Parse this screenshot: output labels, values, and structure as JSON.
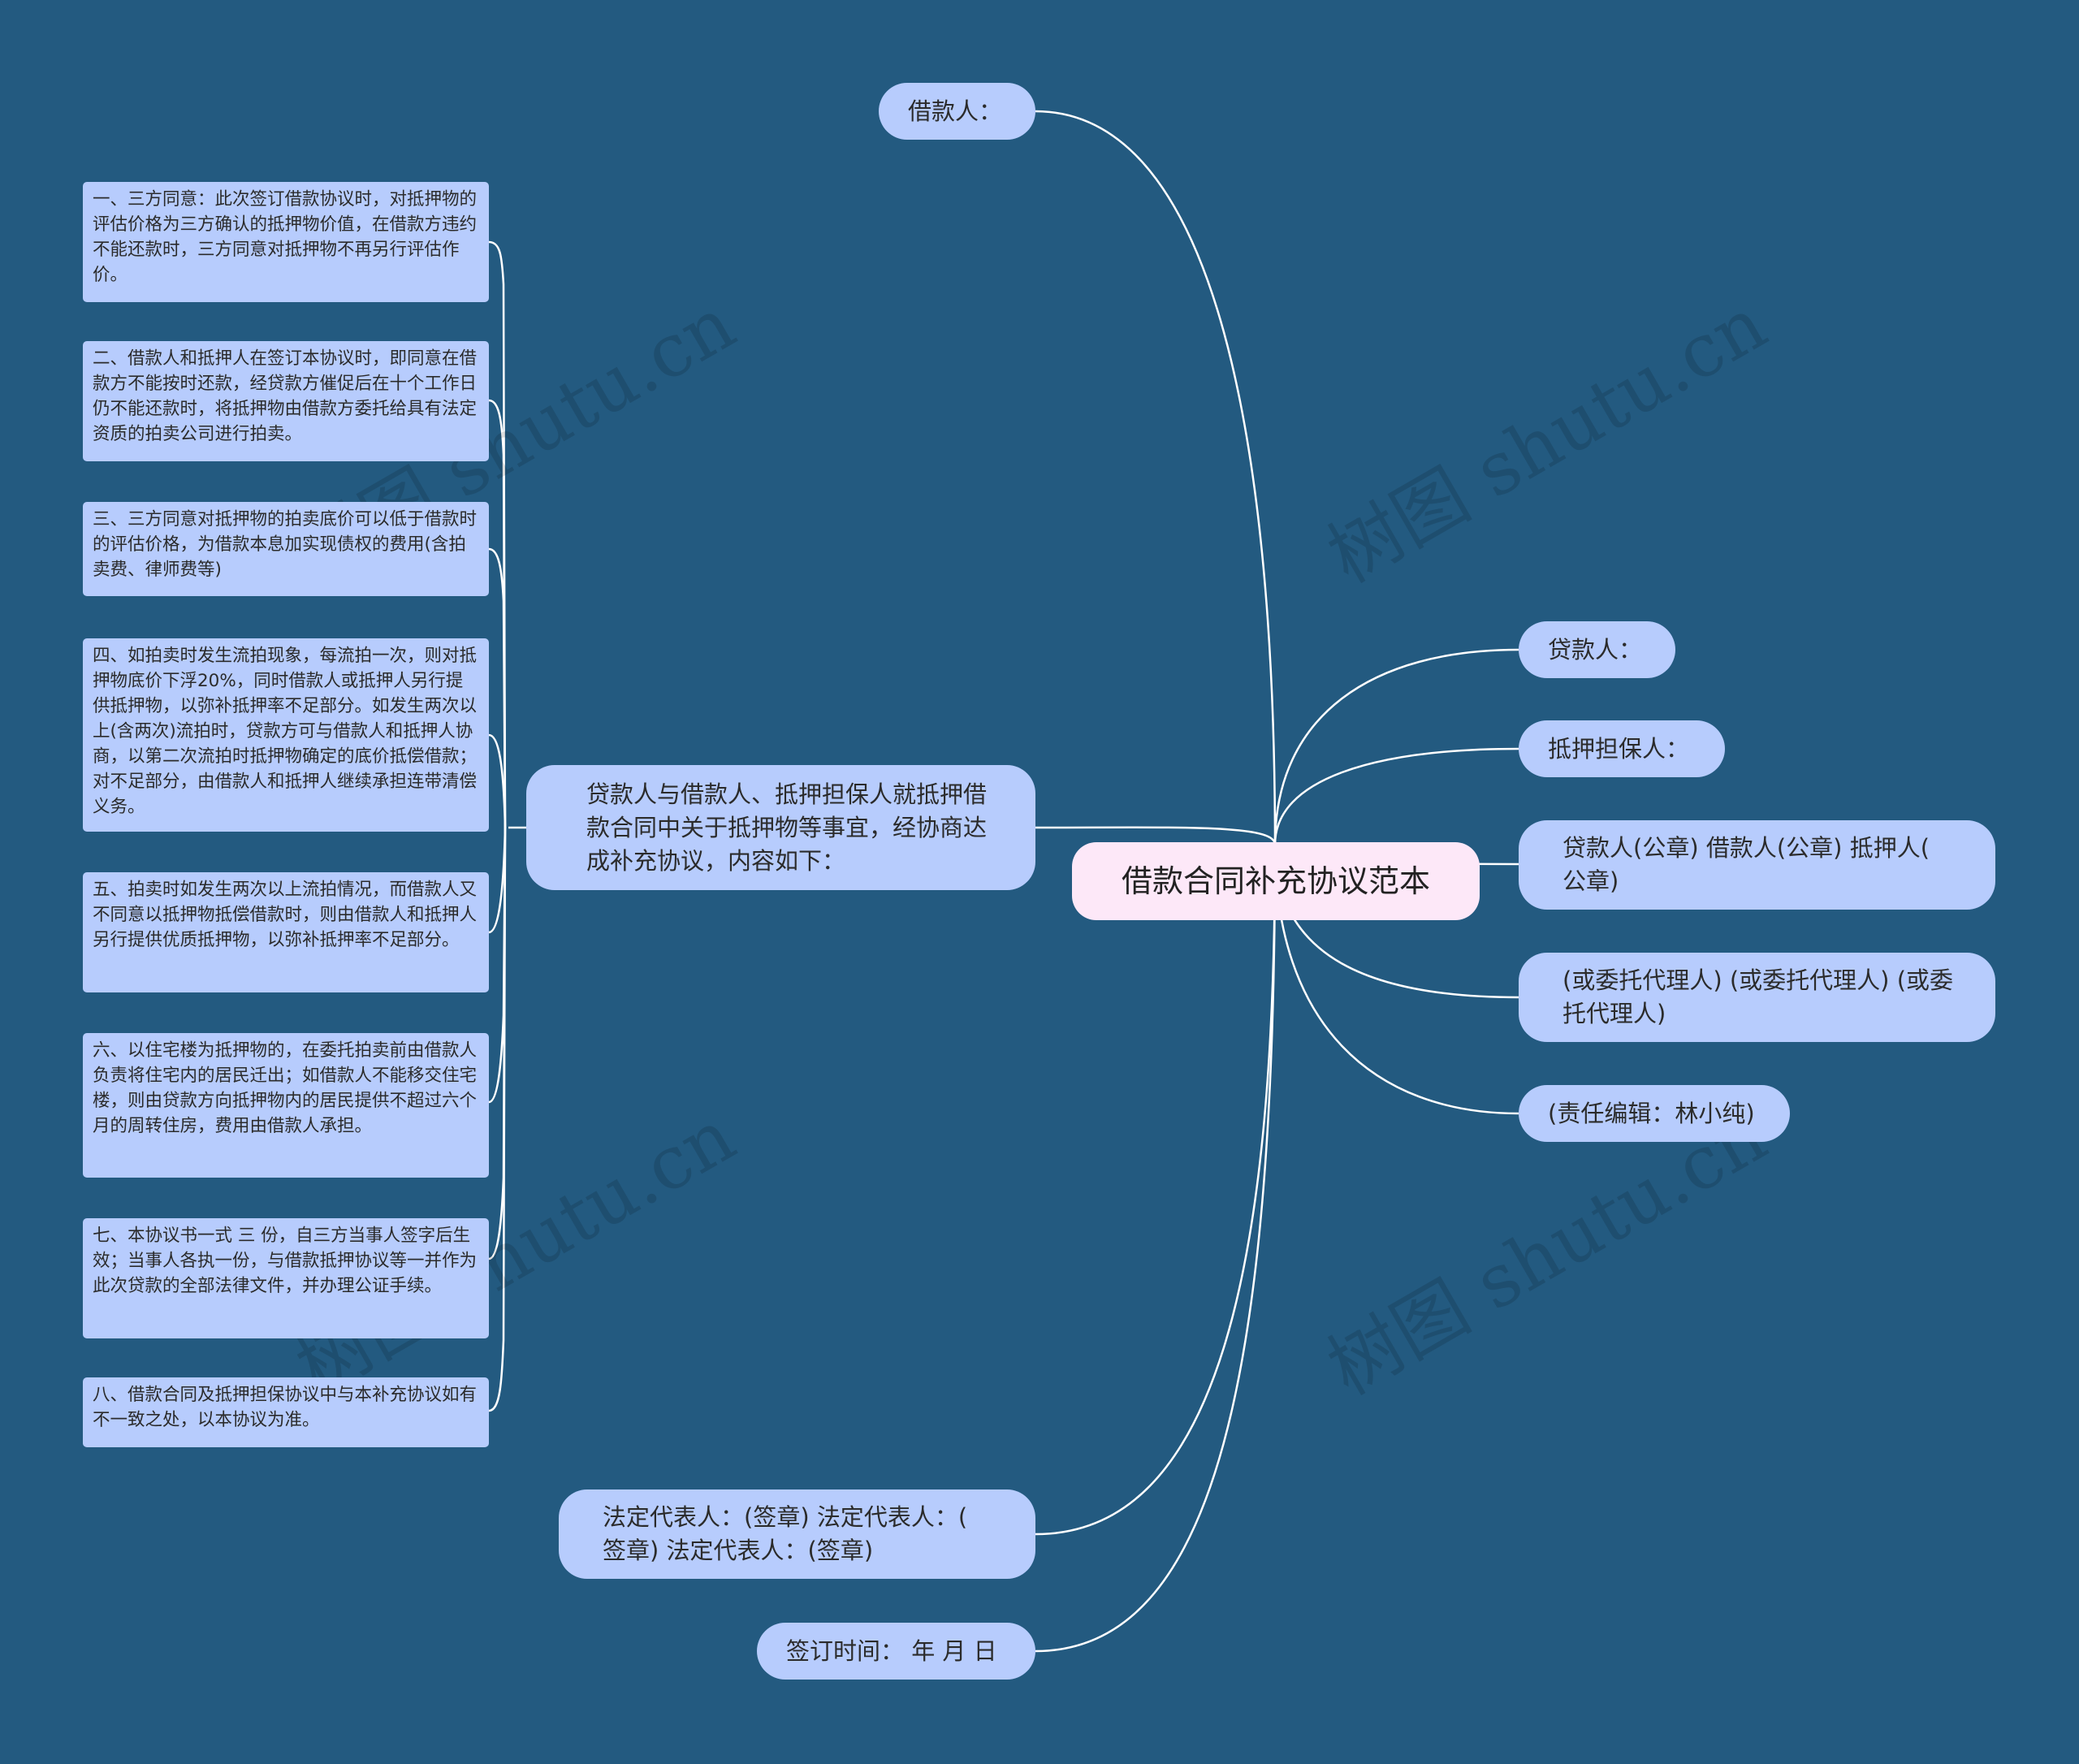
{
  "root": {
    "label": "借款合同补充协议范本"
  },
  "left_branches": {
    "borrower": "借款人：",
    "supplement": "贷款人与借款人、抵押担保人就抵押借款合同中关于抵押物等事宜，经协商达成补充协议，内容如下：",
    "legal_rep": "法定代表人：(签章) 法定代表人：( 签章) 法定代表人：(签章)",
    "sign_date": "签订时间： 年 月 日"
  },
  "clauses": [
    "一、三方同意：此次签订借款协议时，对抵押物的评估价格为三方确认的抵押物价值，在借款方违约不能还款时，三方同意对抵押物不再另行评估作价。",
    "二、借款人和抵押人在签订本协议时，即同意在借款方不能按时还款，经贷款方催促后在十个工作日仍不能还款时，将抵押物由借款方委托给具有法定资质的拍卖公司进行拍卖。",
    "三、三方同意对抵押物的拍卖底价可以低于借款时的评估价格，为借款本息加实现债权的费用(含拍卖费、律师费等)",
    "四、如拍卖时发生流拍现象，每流拍一次，则对抵押物底价下浮20%，同时借款人或抵押人另行提供抵押物，以弥补抵押率不足部分。如发生两次以上(含两次)流拍时，贷款方可与借款人和抵押人协商，以第二次流拍时抵押物确定的底价抵偿借款；对不足部分，由借款人和抵押人继续承担连带清偿义务。",
    "五、拍卖时如发生两次以上流拍情况，而借款人又不同意以抵押物抵偿借款时，则由借款人和抵押人另行提供优质抵押物，以弥补抵押率不足部分。",
    "六、以住宅楼为抵押物的，在委托拍卖前由借款人负责将住宅内的居民迁出；如借款人不能移交住宅楼，则由贷款方向抵押物内的居民提供不超过六个月的周转住房，费用由借款人承担。",
    "七、本协议书一式 三 份，自三方当事人签字后生效；当事人各执一份，与借款抵押协议等一并作为此次贷款的全部法律文件，并办理公证手续。",
    "八、借款合同及抵押担保协议中与本补充协议如有不一致之处，以本协议为准。"
  ],
  "right_branches": {
    "lender": "贷款人：",
    "guarantor": "抵押担保人：",
    "seals": "贷款人(公章) 借款人(公章) 抵押人( 公章)",
    "agents": "(或委托代理人) (或委托代理人) (或委托代理人)",
    "editor": "(责任编辑：林小纯)"
  },
  "watermark": "树图 shutu.cn",
  "colors": {
    "background": "#235a80",
    "node": "#b7ccfd",
    "root": "#fde8f8",
    "line": "#ffffff"
  }
}
